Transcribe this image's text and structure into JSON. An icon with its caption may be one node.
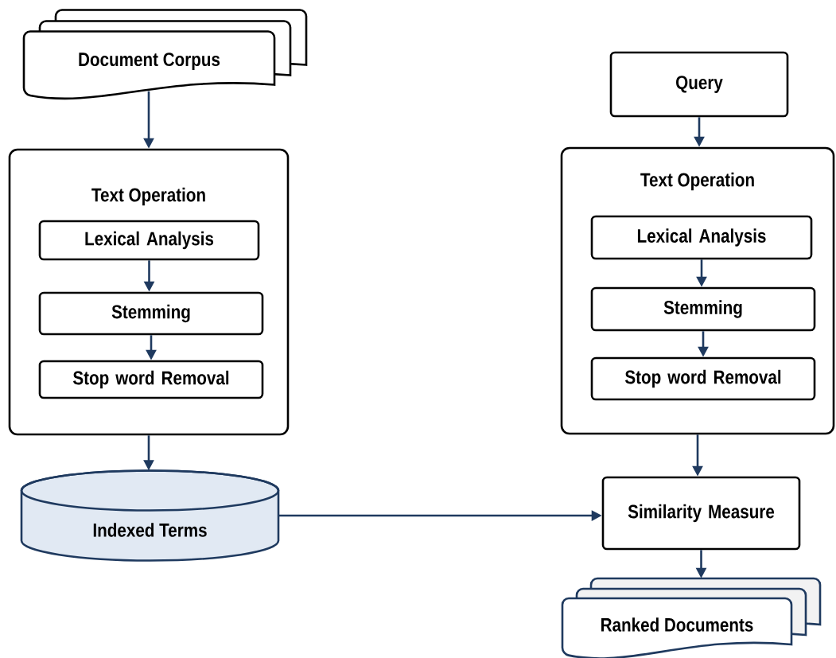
{
  "diagram": {
    "nodes": [
      {
        "text": [
          "Document Corpus"
        ]
      },
      {
        "text": [
          "Text Operation"
        ]
      },
      {
        "text": [
          "Lexical Analysis"
        ],
        "in": 1
      },
      {
        "text": [
          "Stemming"
        ],
        "in": 1
      },
      {
        "text": [
          "Stop word Removal"
        ],
        "in": 1
      },
      {
        "text": [
          "Indexed Terms"
        ]
      },
      {
        "text": [
          "Query"
        ]
      },
      {
        "text": [
          "Text Operation"
        ]
      },
      {
        "text": [
          "Lexical Analysis"
        ],
        "in": 7
      },
      {
        "text": [
          "Stemming"
        ],
        "in": 7
      },
      {
        "text": [
          "Stop word Removal"
        ],
        "in": 7
      },
      {
        "text": [
          "Similarity Measure"
        ]
      },
      {
        "text": [
          "Ranked Documents"
        ]
      }
    ],
    "edges": [
      {
        "from": 0,
        "to": 1,
        "arrow": "to"
      },
      {
        "from": 2,
        "to": 3,
        "arrow": "to"
      },
      {
        "from": 3,
        "to": 4,
        "arrow": "to"
      },
      {
        "from": 1,
        "to": 5,
        "arrow": "to"
      },
      {
        "from": 6,
        "to": 7,
        "arrow": "to"
      },
      {
        "from": 8,
        "to": 9,
        "arrow": "to"
      },
      {
        "from": 9,
        "to": 10,
        "arrow": "to"
      },
      {
        "from": 7,
        "to": 11,
        "arrow": "to"
      },
      {
        "from": 5,
        "to": 11,
        "arrow": "to"
      },
      {
        "from": 11,
        "to": 12,
        "arrow": "to"
      }
    ]
  }
}
